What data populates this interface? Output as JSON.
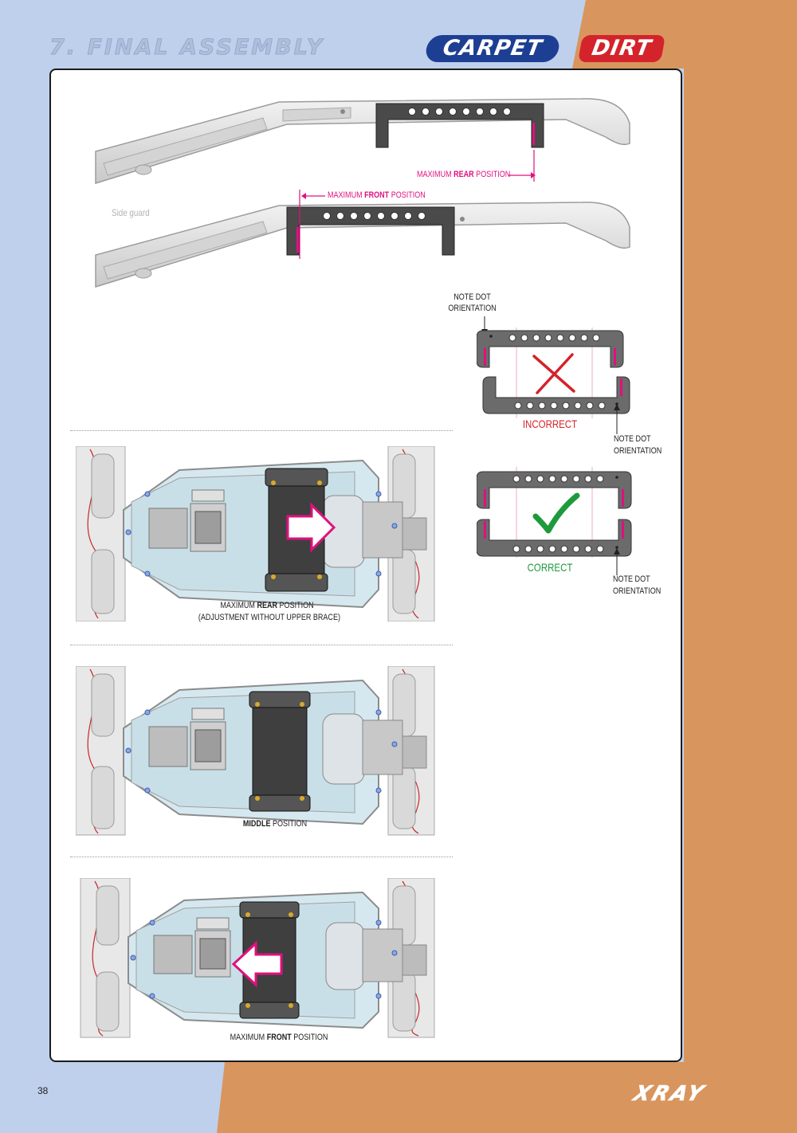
{
  "header": {
    "section_title": "7. FINAL ASSEMBLY",
    "badge_carpet": "CARPET",
    "badge_dirt": "DIRT"
  },
  "colors": {
    "left_band": "#bfd0ec",
    "right_band": "#d9955e",
    "accent_pink": "#e0107f",
    "incorrect_red": "#d4232a",
    "correct_green": "#1e9a3c",
    "carpet_blue": "#1d3f93"
  },
  "top_diagram": {
    "label_rear_prefix": "MAXIMUM ",
    "label_rear_bold": "REAR",
    "label_rear_suffix": " POSITION",
    "label_front_prefix": "MAXIMUM ",
    "label_front_bold": "FRONT",
    "label_front_suffix": " POSITION",
    "side_guard_label": "Side guard"
  },
  "orientation": {
    "note_line1": "NOTE DOT",
    "note_line2": "ORIENTATION",
    "incorrect_label": "INCORRECT",
    "correct_label": "CORRECT",
    "incorrect_icon": "red-cross-icon",
    "correct_icon": "green-checkmark-icon"
  },
  "chassis_views": {
    "rear": {
      "caption_prefix": "MAXIMUM ",
      "caption_bold": "REAR",
      "caption_suffix": " POSITION",
      "caption_line2": "(ADJUSTMENT WITHOUT UPPER BRACE)"
    },
    "middle": {
      "caption_bold": "MIDDLE",
      "caption_suffix": " POSITION"
    },
    "front": {
      "caption_prefix": "MAXIMUM ",
      "caption_bold": "FRONT",
      "caption_suffix": " POSITION"
    }
  },
  "footer": {
    "page_number": "38",
    "logo": "XRAY"
  }
}
